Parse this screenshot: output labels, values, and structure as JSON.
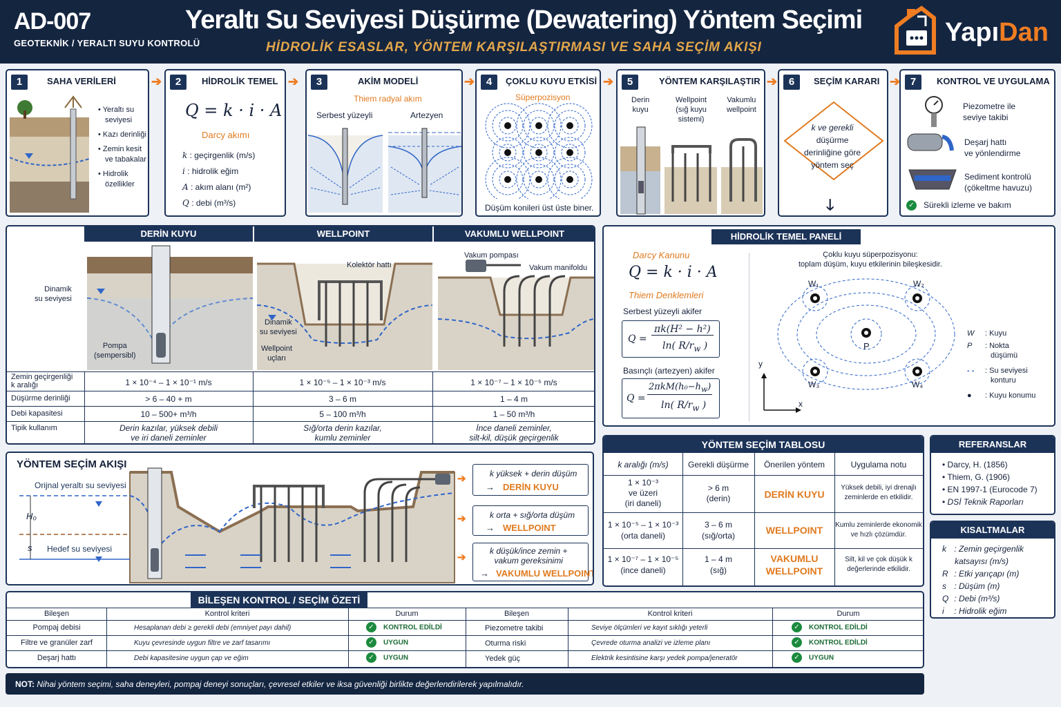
{
  "header": {
    "code": "AD-007",
    "subtitle_left": "GEOTEKNİK / YERALTI SUYU KONTROLÜ",
    "title": "Yeraltı Su Seviyesi Düşürme (Dewatering) Yöntem Seçimi",
    "subtitle": "HİDROLİK ESASLAR, YÖNTEM KARŞILAŞTIRMASI VE SAHA SEÇİM AKIŞI",
    "brand_a": "Yapı",
    "brand_b": "Dan",
    "colors": {
      "navy": "#142540",
      "accent": "#ef7d22",
      "blue": "#2f65c8",
      "green": "#1b8a3e"
    }
  },
  "steps": [
    {
      "n": "1",
      "title": "SAHA VERİLERİ",
      "bullets": [
        "Yeraltı su",
        "seviyesi",
        "Kazı derinliği",
        "Zemin kesit",
        "ve tabakalar",
        "Hidrolik",
        "özellikler"
      ]
    },
    {
      "n": "2",
      "title": "HİDROLİK TEMEL",
      "formula": "Q = k · i · A",
      "caption": "Darcy akımı",
      "vars": [
        [
          "k",
          ": geçirgenlik (m/s)"
        ],
        [
          "i",
          ": hidrolik eğim"
        ],
        [
          "A",
          ": akım alanı (m²)"
        ],
        [
          "Q",
          ": debi (m³/s)"
        ]
      ]
    },
    {
      "n": "3",
      "title": "AKİM MODELİ",
      "caption": "Thiem radyal akım",
      "left": "Serbest yüzeyli",
      "right": "Artezyen"
    },
    {
      "n": "4",
      "title": "ÇOKLU KUYU ETKİSİ",
      "caption": "Süperpozisyon",
      "note": "Düşüm konileri üst üste biner."
    },
    {
      "n": "5",
      "title": "YÖNTEM KARŞILAŞTIR",
      "cols": [
        [
          "Derin",
          "kuyu"
        ],
        [
          "Wellpoint",
          "(sığ kuyu",
          "sistemi)"
        ],
        [
          "Vakumlu",
          "wellpoint"
        ]
      ]
    },
    {
      "n": "6",
      "title": "SEÇİM KARARI",
      "decision": [
        "k ve gerekli",
        "düşürme",
        "derinliğine göre",
        "yöntem seç"
      ]
    },
    {
      "n": "7",
      "title": "KONTROL VE UYGULAMA",
      "items": [
        [
          "Piezometre ile",
          "seviye takibi"
        ],
        [
          "Deşarj hattı",
          "ve yönlendirme"
        ],
        [
          "Sediment kontrolü",
          "(çökeltme havuzu)"
        ]
      ],
      "final": "Sürekli izleme ve bakım"
    }
  ],
  "methods": {
    "headers": [
      "DERİN KUYU",
      "WELLPOINT",
      "VAKUMLU WELLPOINT"
    ],
    "labels": {
      "dyn": [
        "Dinamik",
        "su seviyesi"
      ],
      "pump": [
        "Pompa",
        "(sempersibl)"
      ],
      "collector": "Kolektör hattı",
      "dyn2": [
        "Dinamik",
        "su seviyesi"
      ],
      "tips": [
        "Wellpoint",
        "uçları"
      ],
      "vacpump": "Vakum pompası",
      "manifold": "Vakum manifoldu"
    },
    "rows": [
      {
        "label": [
          "Zemin geçirgenliği",
          "k aralığı"
        ],
        "vals": [
          "1 × 10⁻⁴  –  1 × 10⁻¹ m/s",
          "1 × 10⁻⁵  –  1 × 10⁻³ m/s",
          "1 × 10⁻⁷  –  1 × 10⁻⁵ m/s"
        ]
      },
      {
        "label": [
          "Düşürme derinliği"
        ],
        "vals": [
          "> 6 – 40 + m",
          "3 – 6 m",
          "1 – 4 m"
        ]
      },
      {
        "label": [
          "Debi kapasitesi"
        ],
        "vals": [
          "10 – 500+ m³/h",
          "5 – 100 m³/h",
          "1 – 50 m³/h"
        ]
      },
      {
        "label": [
          "Tipik kullanım"
        ],
        "vals": [
          [
            "Derin kazılar, yüksek debili",
            "ve iri daneli zeminler"
          ],
          [
            "Sığ/orta derin kazılar,",
            "kumlu zeminler"
          ],
          [
            "İnce daneli zeminler,",
            "silt-kil, düşük geçirgenlik"
          ]
        ]
      }
    ]
  },
  "hydro": {
    "title": "HİDROLİK TEMEL PANELİ",
    "darcy": "Darcy Kanunu",
    "formula": "Q = k · i · A",
    "thiem": "Thiem Denklemleri",
    "free": "Serbest yüzeyli akifer",
    "artesian": "Basınçlı (artezyen) akifer",
    "super": [
      "Çoklu kuyu süperpozisyonu:",
      "toplam düşüm, kuyu etkilerinin bileşkesidir."
    ],
    "wells": [
      "W₁",
      "W₂",
      "W₃",
      "W₄",
      "P"
    ],
    "axes": [
      "y",
      "x"
    ],
    "legend": [
      [
        "W",
        ": Kuyu"
      ],
      [
        "P",
        ": Nokta",
        "düşümü"
      ],
      [
        "",
        ": Su seviyesi",
        "konturu"
      ],
      [
        "",
        ": Kuyu konumu"
      ]
    ]
  },
  "flow": {
    "title": "YÖNTEM SEÇİM AKIŞI",
    "orig": "Orijnal yeraltı su seviyesi",
    "target": "Hedef su seviyesi",
    "h0": "H₀",
    "s": "s",
    "choices": [
      {
        "cond": [
          "k yüksek  +  derin düşüm"
        ],
        "result": "DERİN KUYU"
      },
      {
        "cond": [
          "k orta  +  sığ/orta düşüm"
        ],
        "result": "WELLPOINT"
      },
      {
        "cond": [
          "k düşük/ince zemin +",
          "vakum gereksinimi"
        ],
        "result": "VAKUMLU WELLPOINT"
      }
    ]
  },
  "selection": {
    "title": "YÖNTEM SEÇİM TABLOSU",
    "headers": [
      "k aralığı (m/s)",
      "Gerekli düşürme",
      "Önerilen yöntem",
      "Uygulama notu"
    ],
    "rows": [
      {
        "k": [
          "1 × 10⁻³",
          "ve üzeri",
          "(iri daneli)"
        ],
        "d": [
          "> 6 m",
          "(derin)"
        ],
        "m": [
          "DERİN KUYU"
        ],
        "n": [
          "Yüksek debili, iyi drenajlı",
          "zeminlerde en etkilidir."
        ]
      },
      {
        "k": [
          "1 × 10⁻⁵ – 1 × 10⁻³",
          "(orta daneli)"
        ],
        "d": [
          "3 – 6 m",
          "(sığ/orta)"
        ],
        "m": [
          "WELLPOINT"
        ],
        "n": [
          "Kumlu zeminlerde ekonomik",
          "ve hızlı çözümdür."
        ]
      },
      {
        "k": [
          "1 × 10⁻⁷ – 1 × 10⁻⁵",
          "(ince daneli)"
        ],
        "d": [
          "1 – 4 m",
          "(sığ)"
        ],
        "m": [
          "VAKUMLU",
          "WELLPOINT"
        ],
        "n": [
          "Silt, kil ve çok düşük k",
          "değerlerinde etkilidir."
        ]
      }
    ]
  },
  "refs": {
    "title": "REFERANSLAR",
    "items": [
      "Darcy, H. (1856)",
      "Thiem, G. (1906)",
      "EN 1997-1 (Eurocode 7)",
      "DSİ Teknik Raporları"
    ]
  },
  "abbr": {
    "title": "KISALTMALAR",
    "items": [
      [
        "k",
        ": Zemin geçirgenlik",
        "katsayısı (m/s)"
      ],
      [
        "R",
        ": Etki yarıçapı (m)"
      ],
      [
        "s",
        ": Düşüm (m)"
      ],
      [
        "Q",
        ": Debi (m³/s)"
      ],
      [
        "i",
        ": Hidrolik eğim"
      ]
    ]
  },
  "summary": {
    "title": "BİLEŞEN KONTROL / SEÇİM ÖZETİ",
    "headers": [
      "Bileşen",
      "Kontrol kriteri",
      "Durum",
      "Bileşen",
      "Kontrol kriteri",
      "Durum"
    ],
    "rows": [
      [
        "Pompaj debisi",
        "Hesaplanan debi ≥ gerekli debi (emniyet payı dahil)",
        "KONTROL EDİLDİ",
        "Piezometre takibi",
        "Seviye ölçümleri ve kayıt sıklığı yeterli",
        "KONTROL EDİLDİ"
      ],
      [
        "Filtre ve granüler zarf",
        "Kuyu çevresinde uygun filtre ve zarf tasarımı",
        "UYGUN",
        "Oturma riski",
        "Çevrede oturma analizi ve izleme planı",
        "KONTROL EDİLDİ"
      ],
      [
        "Deşarj hattı",
        "Debi kapasitesine uygun çap ve eğim",
        "UYGUN",
        "Yedek güç",
        "Elektrik kesintisine karşı yedek pompa/jeneratör",
        "UYGUN"
      ]
    ]
  },
  "note": {
    "label": "NOT:",
    "text": "Nihai yöntem seçimi, saha deneyleri, pompaj deneyi sonuçları, çevresel etkiler ve iksa güvenliği birlikte değerlendirilerek yapılmalıdır."
  }
}
